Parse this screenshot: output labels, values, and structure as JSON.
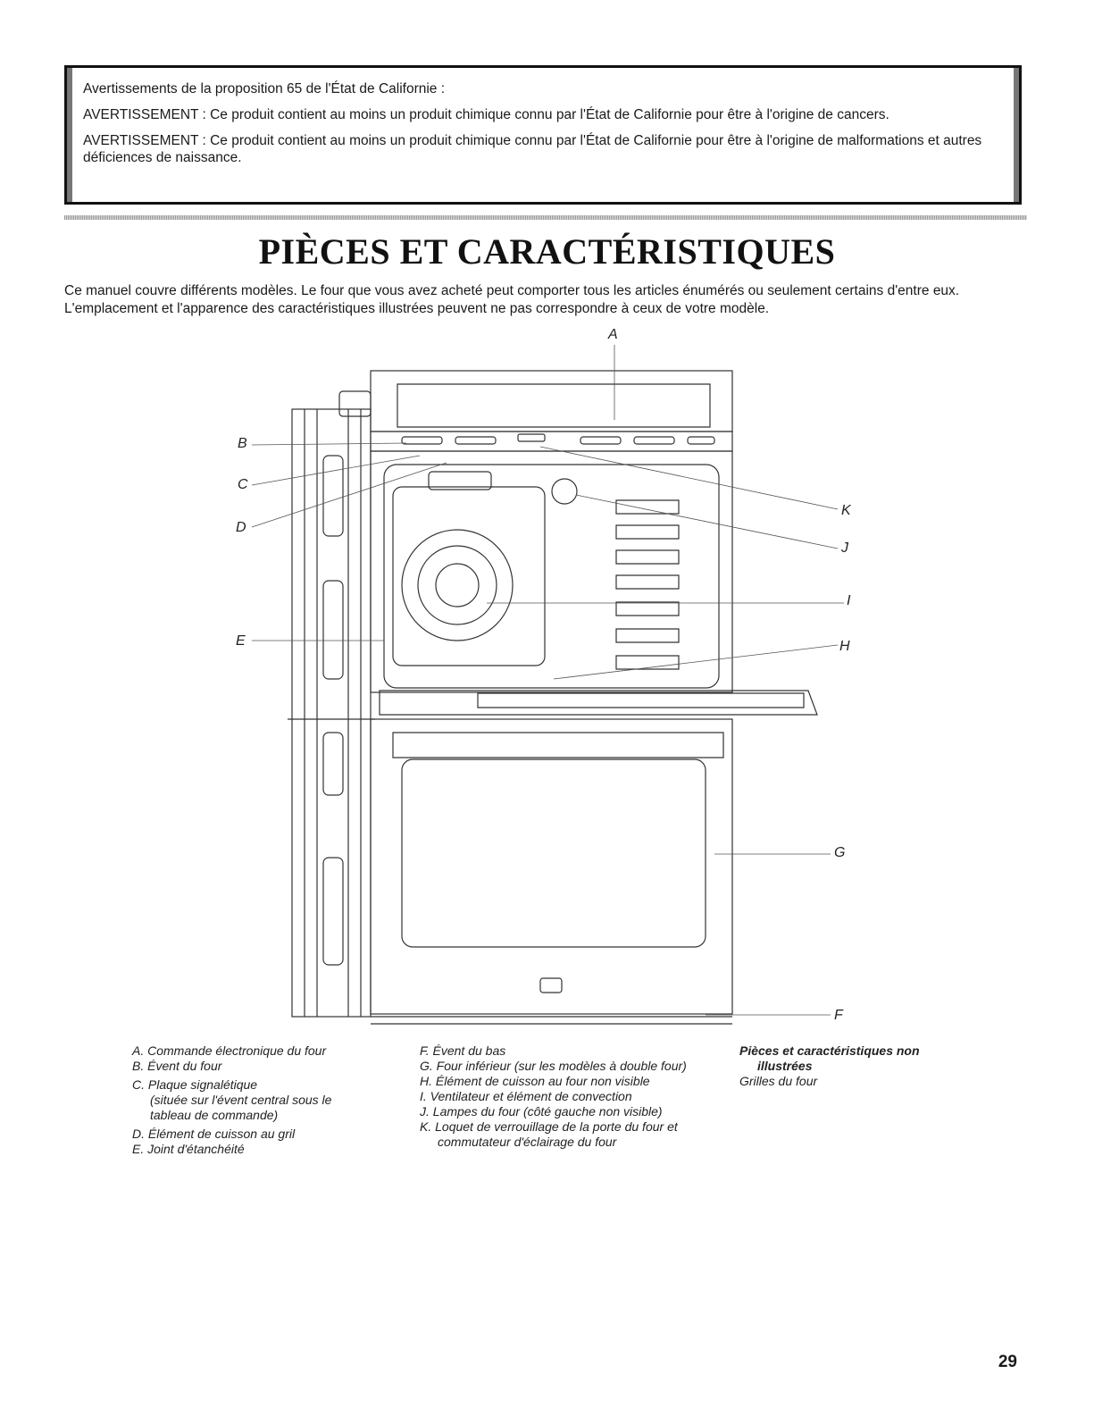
{
  "warning": {
    "heading": "Avertissements de la proposition 65 de l'État de Californie :",
    "line1": "AVERTISSEMENT : Ce produit contient au moins un produit chimique connu par l'État de Californie pour être à l'origine de cancers.",
    "line2": "AVERTISSEMENT : Ce produit contient au moins un produit chimique connu par l'État de Californie pour être à l'origine de malformations et autres déficiences de naissance."
  },
  "title": "PIÈCES ET CARACTÉRISTIQUES",
  "intro": "Ce manuel couvre différents modèles. Le four que vous avez acheté peut comporter tous les articles énumérés ou seulement certains d'entre eux. L'emplacement et l'apparence des caractéristiques illustrées peuvent ne pas correspondre à ceux de votre modèle.",
  "callouts": {
    "A": "A",
    "B": "B",
    "C": "C",
    "D": "D",
    "E": "E",
    "F": "F",
    "G": "G",
    "H": "H",
    "I": "I",
    "J": "J",
    "K": "K"
  },
  "legend": {
    "col1": [
      "A. Commande électronique du four",
      "B. Évent du four",
      "C. Plaque signalétique",
      "(située sur l'évent central sous le",
      "tableau de commande)",
      "D. Élément de cuisson au gril",
      "E. Joint d'étanchéité"
    ],
    "col2": [
      "F. Évent du bas",
      "G. Four inférieur (sur les modèles à double four)",
      "H. Élément de cuisson au four non visible",
      "I. Ventilateur et élément de convection",
      "J. Lampes du four (côté gauche non visible)",
      "K. Loquet de verrouillage de la porte du four et",
      "commutateur d'éclairage du four"
    ],
    "col3_heading_1": "Pièces et caractéristiques non",
    "col3_heading_2": "illustrées",
    "col3_item": "Grilles du four"
  },
  "page_number": "29"
}
